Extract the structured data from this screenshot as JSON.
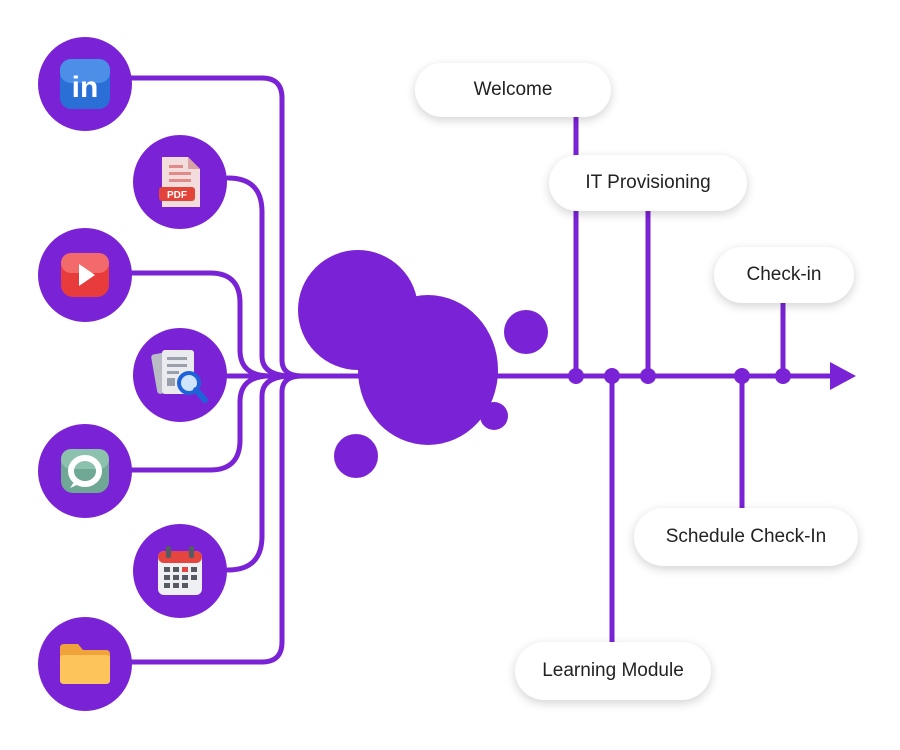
{
  "colors": {
    "accent": "#7a23d6",
    "pill_bg": "#ffffff",
    "text": "#222222"
  },
  "sources": [
    {
      "icon": "linkedin-icon",
      "label": "in"
    },
    {
      "icon": "pdf-icon",
      "label": "PDF"
    },
    {
      "icon": "video-play-icon"
    },
    {
      "icon": "document-search-icon"
    },
    {
      "icon": "chat-app-icon"
    },
    {
      "icon": "calendar-icon"
    },
    {
      "icon": "folder-icon"
    }
  ],
  "steps": {
    "welcome": "Welcome",
    "it_provisioning": "IT Provisioning",
    "check_in": "Check-in",
    "schedule_check_in": "Schedule Check-In",
    "learning_module": "Learning Module"
  }
}
